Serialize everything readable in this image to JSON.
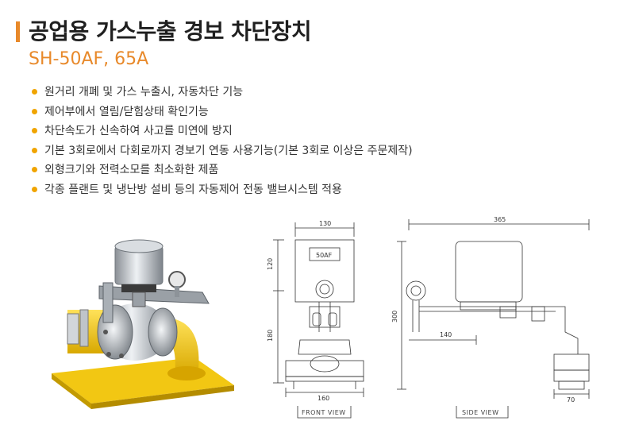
{
  "header": {
    "title": "공업용 가스누출 경보 차단장치",
    "model": "SH-50AF, 65A",
    "accent_color": "#e8892a",
    "bullet_color": "#f0a400"
  },
  "features": [
    "원거리 개폐 및 가스 누출시, 자동차단 기능",
    "제어부에서 열림/닫힘상태 확인기능",
    "차단속도가 신속하여 사고를 미연에 방지",
    "기본 3회로에서 다회로까지 경보기 연동 사용기능(기본 3회로 이상은 주문제작)",
    "외형크기와 전력소모를 최소화한 제품",
    "각종 플랜트 및 냉난방 설비 등의 자동제어 전동 밸브시스템 적용"
  ],
  "front_view": {
    "label": "FRONT VIEW",
    "plate_text": "50AF",
    "dims": {
      "top_width": "130",
      "upper_height": "120",
      "lower_height": "180",
      "base_width": "160"
    }
  },
  "side_view": {
    "label": "SIDE VIEW",
    "dims": {
      "total_width": "365",
      "height": "300",
      "arm_length": "140",
      "base_width": "70"
    }
  }
}
